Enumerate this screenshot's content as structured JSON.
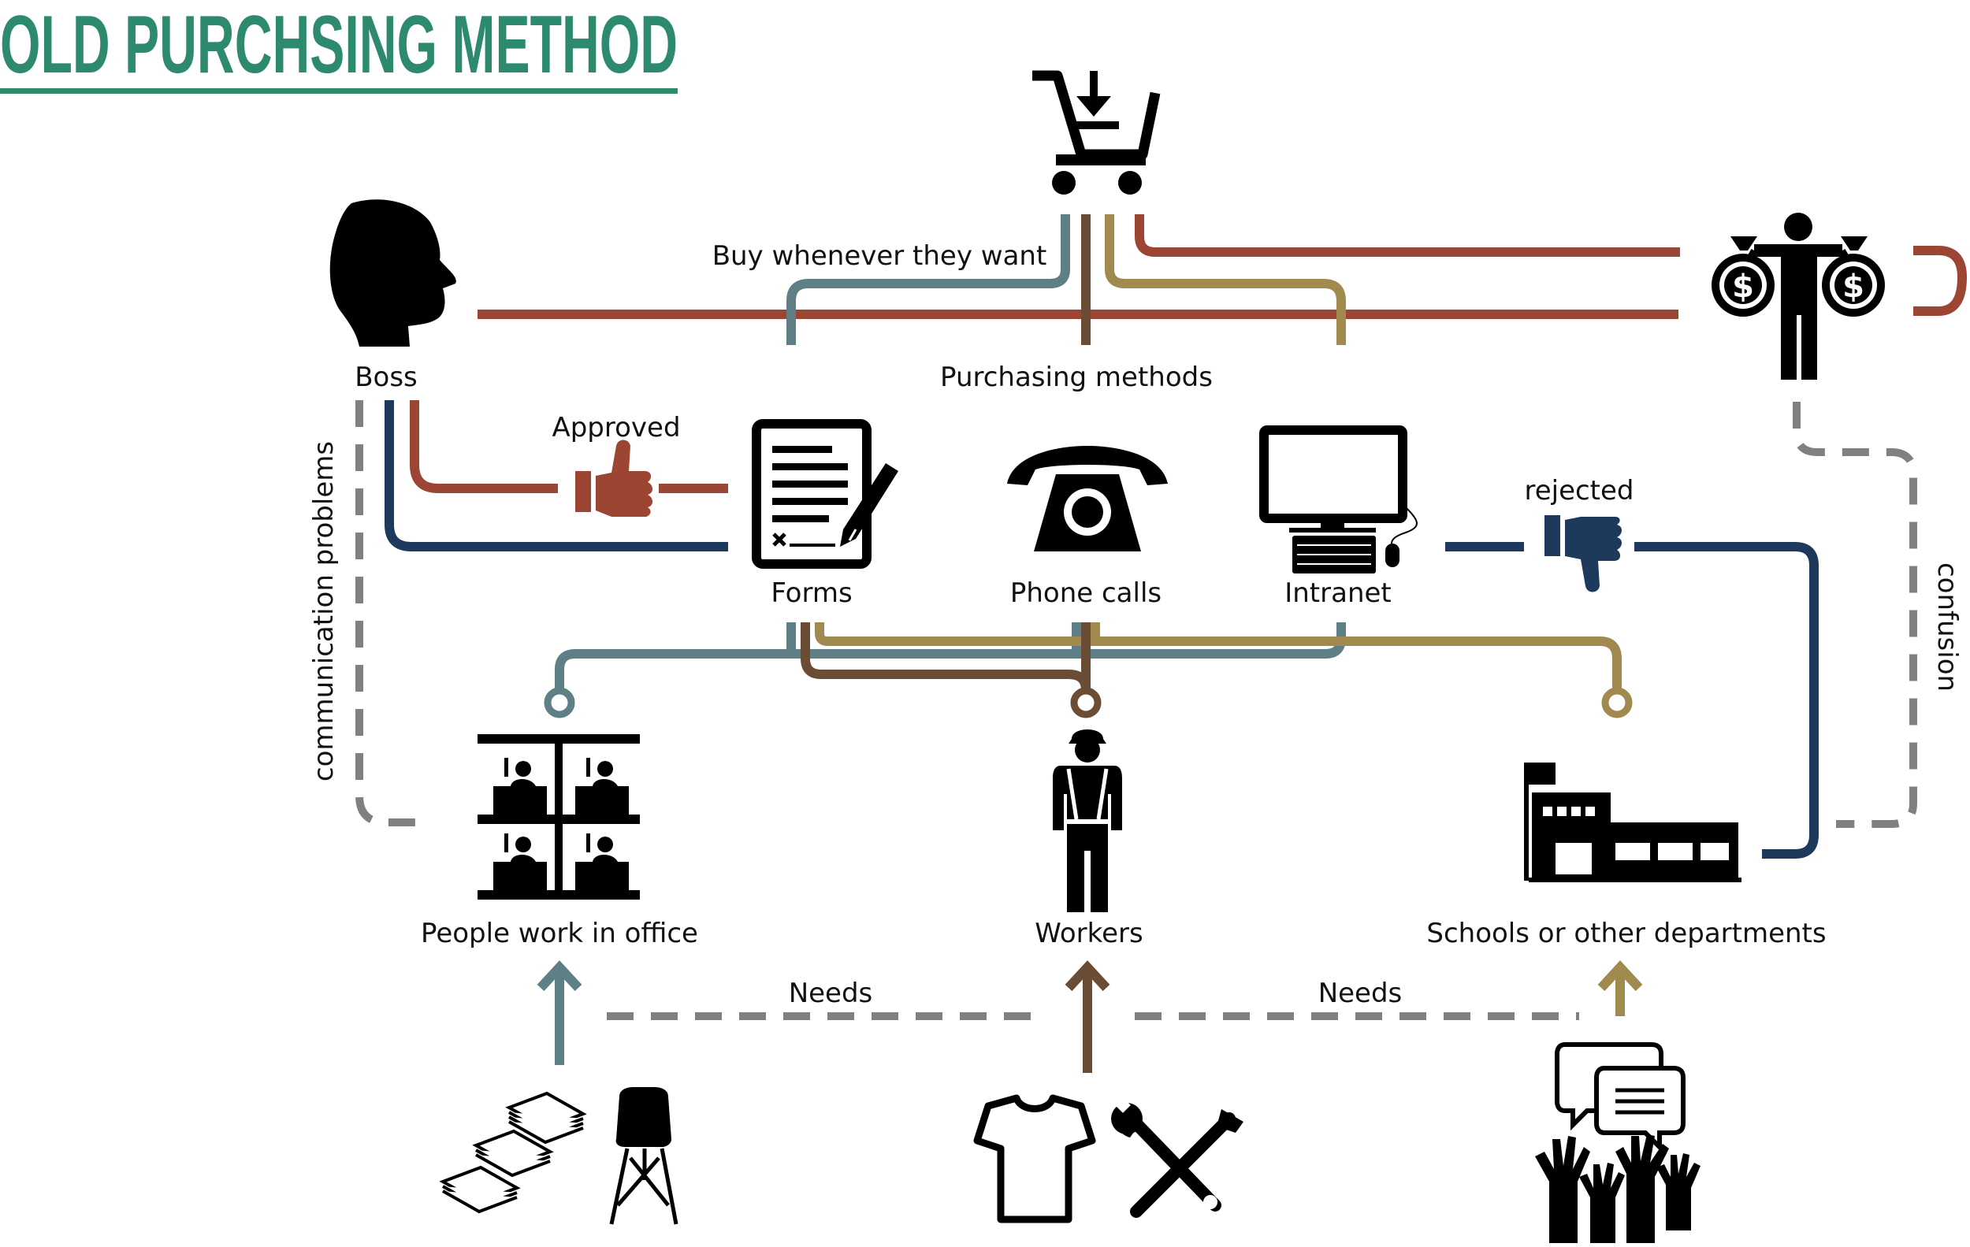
{
  "title": "OLD PURCHSING METHOD",
  "labels": {
    "boss": "Boss",
    "buy_whenever": "Buy whenever they want",
    "purchasing_methods": "Purchasing methods",
    "approved": "Approved",
    "rejected": "rejected",
    "forms": "Forms",
    "phone_calls": "Phone calls",
    "intranet": "Intranet",
    "communication_problems": "communication problems",
    "confusion": "confusion",
    "office": "People work in office",
    "workers": "Workers",
    "schools": "Schools or other departments",
    "needs_left": "Needs",
    "needs_right": "Needs"
  },
  "colors": {
    "title": "#2e8a6e",
    "red": "#9c4532",
    "navy": "#1d3a5c",
    "slate": "#5f7f86",
    "brown": "#6b4c34",
    "gold": "#a08a4e",
    "gray": "#808080",
    "icon": "#000000"
  }
}
